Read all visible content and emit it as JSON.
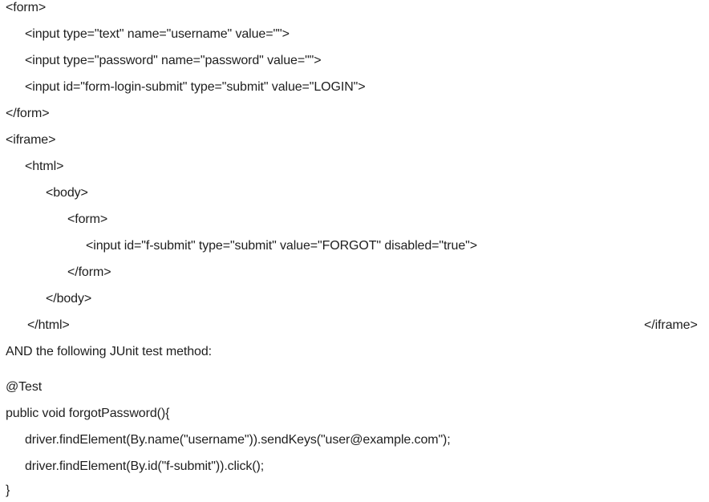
{
  "lines": [
    {
      "text": "<form>"
    },
    {
      "text": "<input type=\"text\" name=\"username\" value=\"\">"
    },
    {
      "text": "<input type=\"password\" name=\"password\" value=\"\">"
    },
    {
      "text": "<input id=\"form-login-submit\" type=\"submit\" value=\"LOGIN\">"
    },
    {
      "text": "</form>"
    },
    {
      "text": "<iframe>"
    },
    {
      "text": "<html>"
    },
    {
      "text": "<body>"
    },
    {
      "text": "<form>"
    },
    {
      "text": "<input id=\"f-submit\" type=\"submit\" value=\"FORGOT\" disabled=\"true\">"
    },
    {
      "text": "</form>"
    },
    {
      "text": "</body>"
    },
    {
      "text": "</html>"
    },
    {
      "text": "</iframe>"
    },
    {
      "text": "AND the following JUnit test method:"
    },
    {
      "text": "@Test"
    },
    {
      "text": "public void forgotPassword(){"
    },
    {
      "text": "driver.findElement(By.name(\"username\")).sendKeys(\"user@example.com\");"
    },
    {
      "text": "driver.findElement(By.id(\"f-submit\")).click();"
    },
    {
      "text": "}"
    }
  ]
}
